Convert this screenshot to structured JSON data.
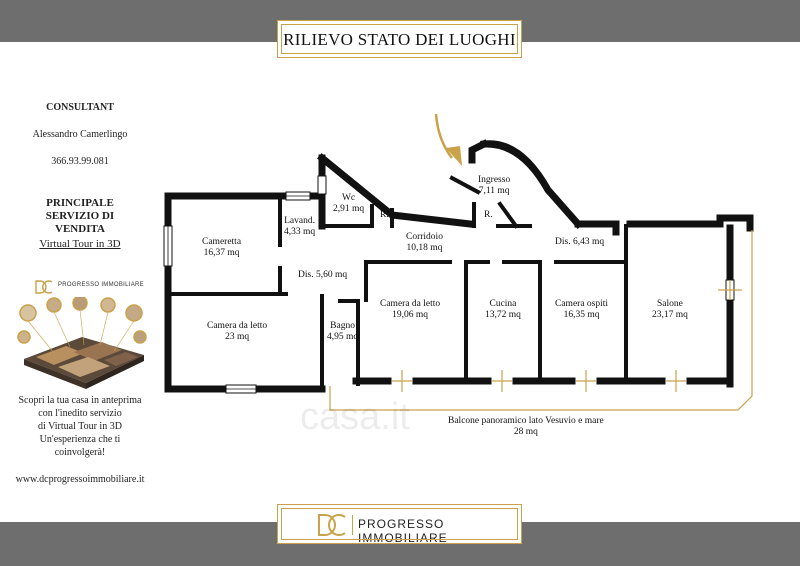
{
  "header": {
    "title": "RILIEVO STATO DEI LUOGHI"
  },
  "sidebar": {
    "consultant_heading": "CONSULTANT",
    "consultant_name": "Alessandro Camerlingo",
    "phone": "366.93.99.081",
    "service_line1": "PRINCIPALE",
    "service_line2": "SERVIZIO DI",
    "service_line3": "VENDITA",
    "virtual_tour": "Virtual Tour in 3D",
    "logo_text": "PROGRESSO IMMOBILIARE",
    "promo_lines": [
      "Scopri la tua casa in anteprima",
      "con l'inedito servizio",
      "di Virtual Tour in 3D",
      "Un'esperienza che ti",
      "coinvolgerà!"
    ],
    "website": "www.dcprogressoimmobiliare.it"
  },
  "rooms": [
    {
      "id": "ingresso",
      "name": "Ingresso",
      "area": "7,11 mq"
    },
    {
      "id": "wc",
      "name": "Wc",
      "area": "2,91 mq"
    },
    {
      "id": "lavanderia",
      "name": "Lavand.",
      "area": "4,33 mq"
    },
    {
      "id": "ripostiglio-1",
      "name": "R.",
      "area": ""
    },
    {
      "id": "ripostiglio-2",
      "name": "R.",
      "area": ""
    },
    {
      "id": "corridoio",
      "name": "Corridoio",
      "area": "10,18 mq"
    },
    {
      "id": "cameretta",
      "name": "Cameretta",
      "area": "16,37 mq"
    },
    {
      "id": "dis-1",
      "name": "Dis. 5,60 mq",
      "area": ""
    },
    {
      "id": "dis-2",
      "name": "Dis. 6,43 mq",
      "area": ""
    },
    {
      "id": "camera-letto-1",
      "name": "Camera da letto",
      "area": "23 mq"
    },
    {
      "id": "bagno",
      "name": "Bagno",
      "area": "4,95 mq"
    },
    {
      "id": "camera-letto-2",
      "name": "Camera da letto",
      "area": "19,06 mq"
    },
    {
      "id": "cucina",
      "name": "Cucina",
      "area": "13,72 mq"
    },
    {
      "id": "camera-ospiti",
      "name": "Camera ospiti",
      "area": "16,35 mq"
    },
    {
      "id": "salone",
      "name": "Salone",
      "area": "23,17 mq"
    },
    {
      "id": "balcone",
      "name": "Balcone panoramico lato Vesuvio e mare",
      "area": "28 mq"
    }
  ],
  "watermark": "casa.it",
  "footer": {
    "brand": "PROGRESSO IMMOBILIARE"
  },
  "colors": {
    "accent": "#c9a24a",
    "band": "#6e6e6e",
    "wall": "#111111"
  }
}
